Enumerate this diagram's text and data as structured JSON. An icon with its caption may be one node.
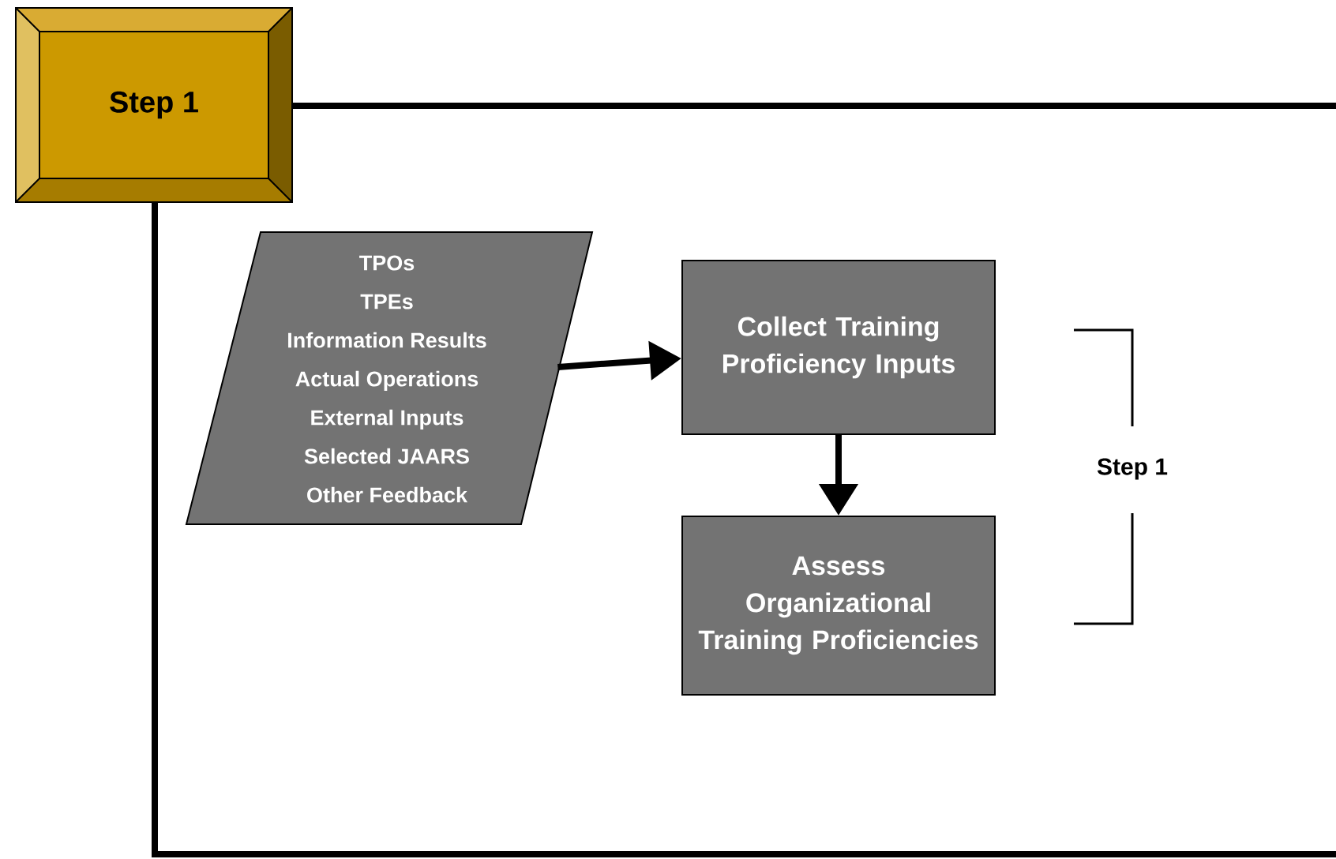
{
  "diagram": {
    "nodes": [
      {
        "text": [
          "Step 1"
        ]
      },
      {
        "text": [
          "TPOs",
          "TPEs",
          "Information Results",
          "Actual Operations",
          "External Inputs",
          "Selected JAARS",
          "Other Feedback"
        ]
      },
      {
        "text": [
          "Collect Training Proficiency Inputs"
        ]
      },
      {
        "text": [
          "Assess Organizational Training Proficiencies"
        ]
      }
    ],
    "edges": [
      {
        "from": 1,
        "to": 2,
        "arrow": "to"
      },
      {
        "from": 2,
        "to": 3,
        "arrow": "to"
      }
    ],
    "labels": [
      "Step 1"
    ]
  }
}
